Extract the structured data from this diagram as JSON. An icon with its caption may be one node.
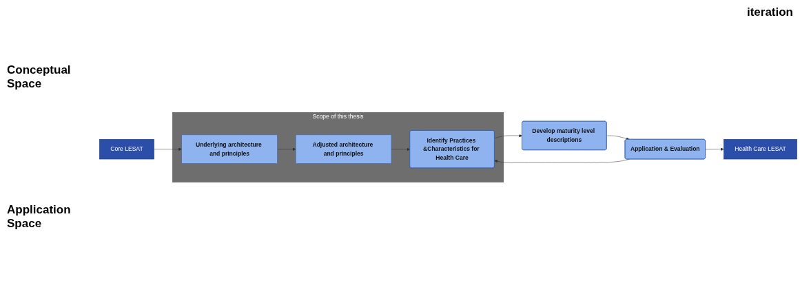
{
  "diagram": {
    "nodes": [
      {
        "text": [
          "Scope of this thesis"
        ]
      },
      {
        "text": [
          "Underlying architecture and principles"
        ],
        "in": 0
      },
      {
        "text": [
          "Adjusted architecture and principles"
        ],
        "in": 0
      },
      {
        "text": [
          "Identify Practices &Characteristics for Health Care"
        ],
        "in": 0
      },
      {
        "text": [
          "Core LESAT"
        ]
      },
      {
        "text": [
          "Health Care LESAT"
        ]
      },
      {
        "text": [
          "Application & Evaluation"
        ]
      },
      {
        "text": [
          "Develop maturity level descriptions"
        ]
      }
    ],
    "edges": [
      {
        "from": 4,
        "to": 1,
        "arrow": "to"
      },
      {
        "from": 1,
        "to": 2,
        "arrow": "to"
      },
      {
        "from": 2,
        "to": 3,
        "arrow": "to"
      },
      {
        "from": 3,
        "to": 7,
        "arrow": "to"
      },
      {
        "from": 7,
        "to": 6,
        "arrow": "to"
      },
      {
        "from": 6,
        "to": 3,
        "arrow": "to"
      },
      {
        "from": 6,
        "to": 5,
        "arrow": "to"
      }
    ],
    "labels": [
      "Conceptual Space",
      "iteration",
      "Application Space"
    ]
  }
}
